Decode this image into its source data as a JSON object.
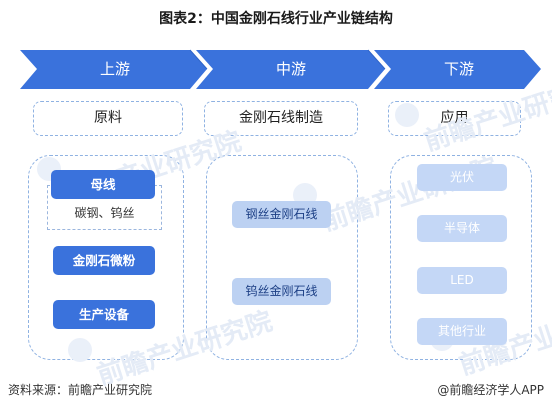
{
  "title": "图表2：中国金刚石线行业产业链结构",
  "stages": [
    {
      "label": "上游",
      "category": "原料",
      "items": [
        {
          "label": "母线",
          "sub": "碳钢、钨丝"
        },
        {
          "label": "金刚石微粉"
        },
        {
          "label": "生产设备"
        }
      ]
    },
    {
      "label": "中游",
      "category": "金刚石线制造",
      "items": [
        {
          "label": "钢丝金刚石线"
        },
        {
          "label": "钨丝金刚石线"
        }
      ]
    },
    {
      "label": "下游",
      "category": "应用",
      "items": [
        {
          "label": "光伏"
        },
        {
          "label": "半导体"
        },
        {
          "label": "LED"
        },
        {
          "label": "其他行业"
        }
      ]
    }
  ],
  "watermark": "前瞻产业研究院",
  "footer": {
    "source": "资料来源：前瞻产业研究院",
    "credit": "@前瞻经济学人APP"
  },
  "colors": {
    "arrow": "#3a72dc",
    "arrow_edge": "#2f64c9",
    "box_border": "#8fb2e2",
    "pill_strong": "#3a72dc",
    "pill_soft": "#c4d7f6"
  }
}
